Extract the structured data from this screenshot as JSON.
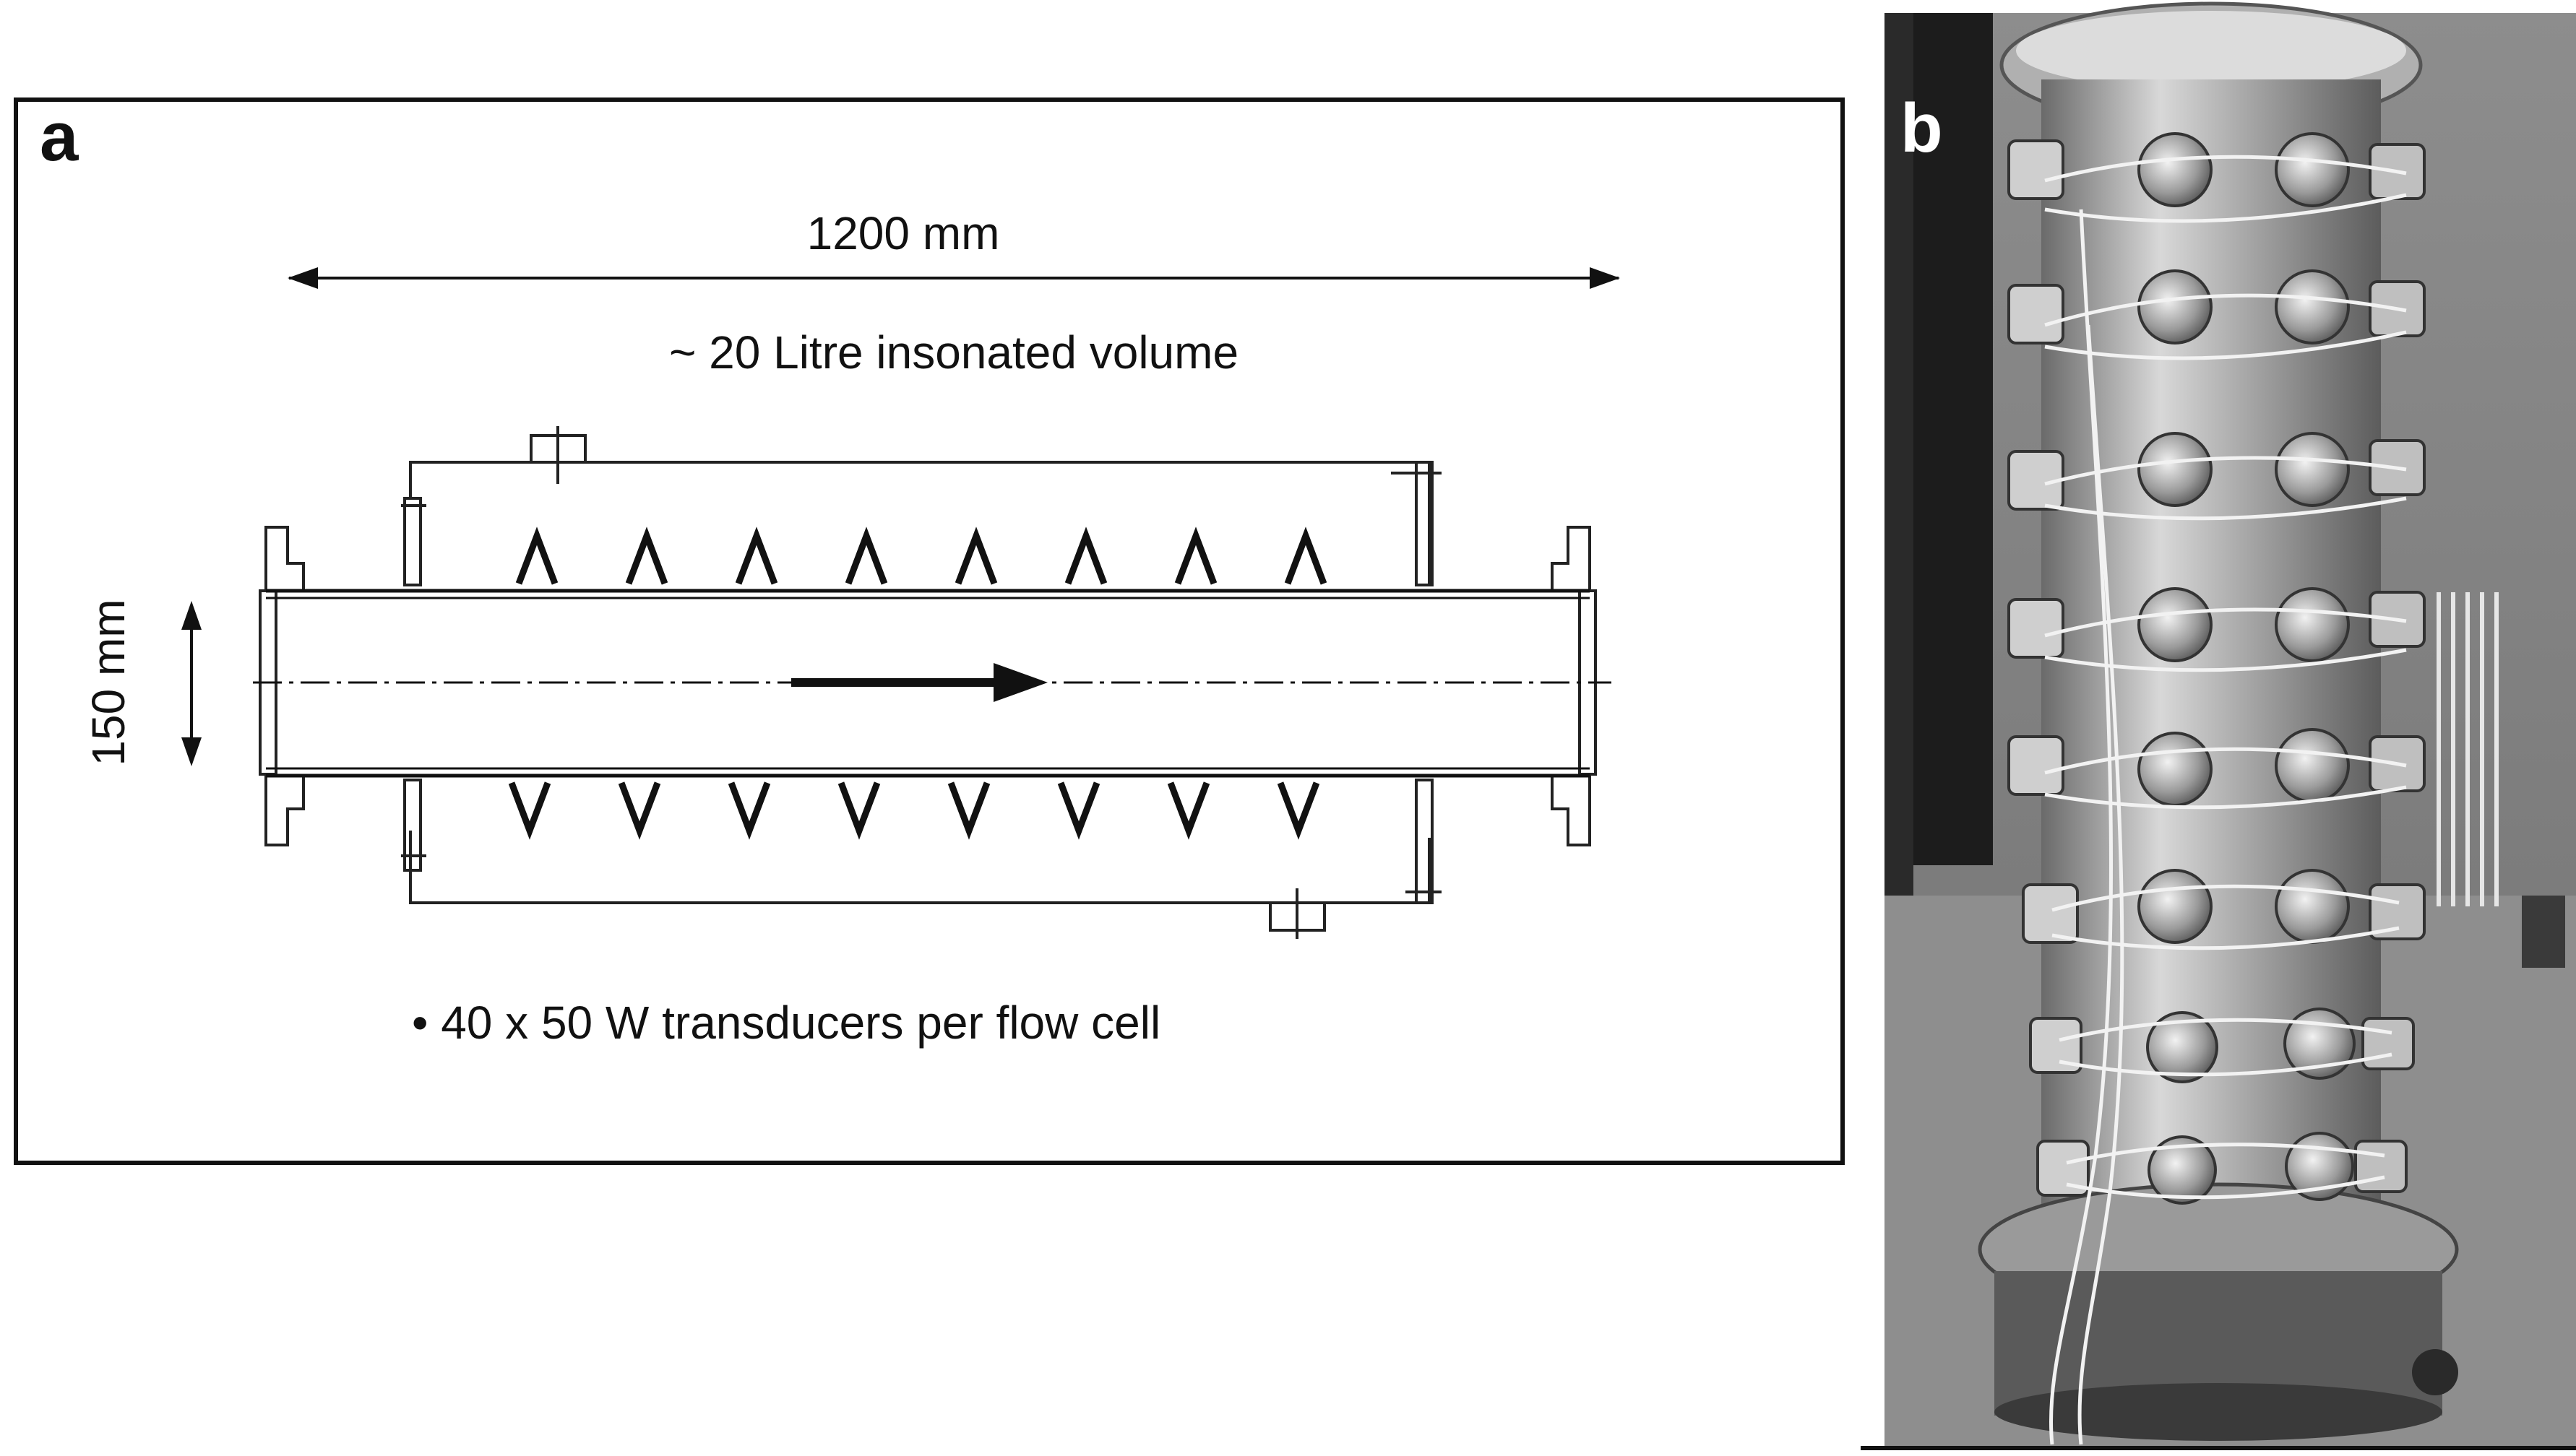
{
  "panel_a": {
    "label": "a",
    "length_label": "1200 mm",
    "volume_label": "~ 20 Litre insonated volume",
    "diameter_label": "150 mm",
    "note_label": "• 40 x 50 W transducers per flow cell"
  },
  "panel_b": {
    "label": "b"
  },
  "colors": {
    "frame": "#111111",
    "photo_background": "#7a7a7a",
    "pipe": "#bdbdbd"
  }
}
